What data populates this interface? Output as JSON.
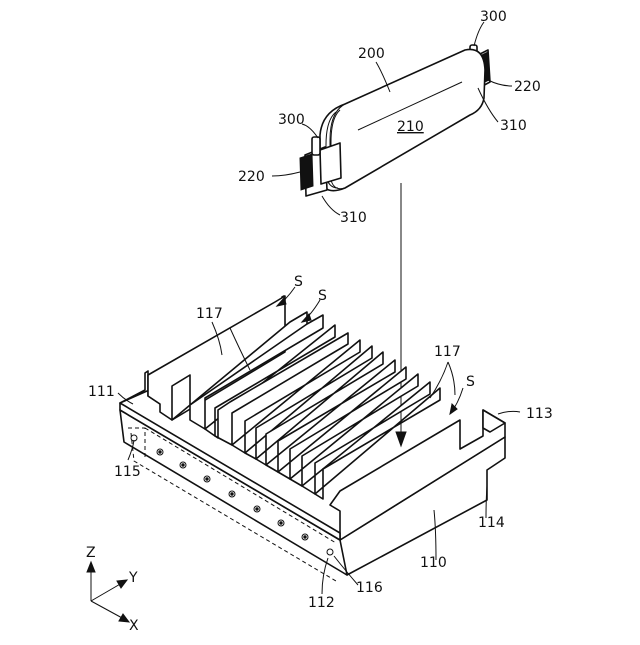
{
  "labels": {
    "l300a": "300",
    "l200": "200",
    "l220a": "220",
    "l300b": "300",
    "l210": "210",
    "l310a": "310",
    "l220b": "220",
    "l310b": "310",
    "s1": "S",
    "s2": "S",
    "s3": "S",
    "l117a": "117",
    "l117b": "117",
    "l111": "111",
    "l113": "113",
    "l115": "115",
    "l114": "114",
    "l110": "110",
    "l112": "112",
    "l116": "116"
  },
  "axes": {
    "z": "Z",
    "y": "Y",
    "x": "X"
  }
}
